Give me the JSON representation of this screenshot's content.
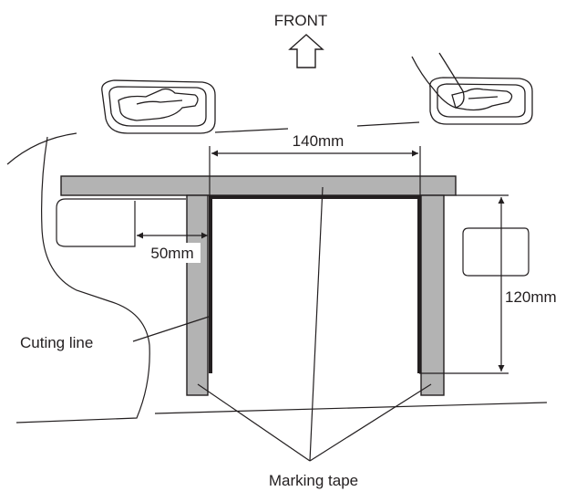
{
  "labels": {
    "front": "FRONT",
    "width_dim": "140mm",
    "offset_dim": "50mm",
    "height_dim": "120mm",
    "cutting_line": "Cuting line",
    "marking_tape": "Marking tape"
  },
  "colors": {
    "tape": "#b3b3b3",
    "line": "#231f20",
    "background": "#ffffff"
  },
  "icons": {
    "front_arrow": "up-arrow-icon"
  }
}
